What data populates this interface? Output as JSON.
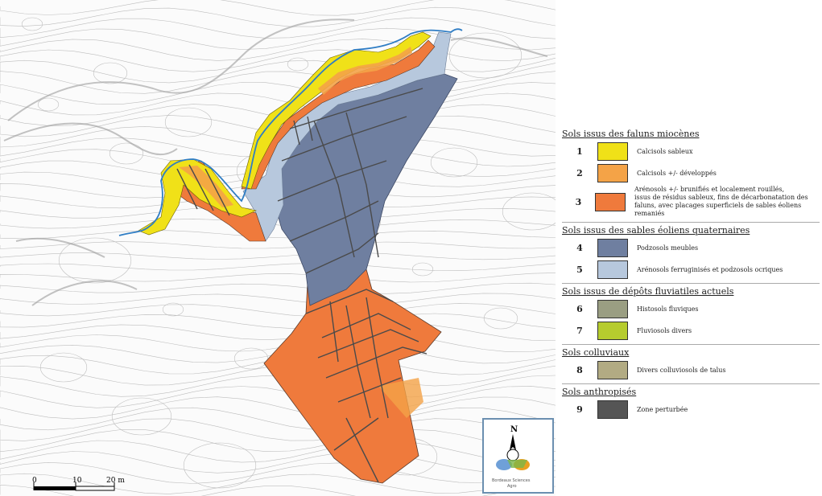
{
  "map": {
    "scale_bar": {
      "labels": [
        "0",
        "10",
        "20 m"
      ]
    },
    "north_label": "N",
    "logo_text": [
      "Bordeaux Sciences",
      "Agro"
    ]
  },
  "legend": {
    "sections": [
      {
        "title": "Sols issus des faluns miocènes",
        "items": [
          {
            "num": "1",
            "color": "#f0e118",
            "lines": [
              "Calcisols sableux"
            ]
          },
          {
            "num": "2",
            "color": "#f4a347",
            "lines": [
              "Calcisols +/- développés"
            ]
          },
          {
            "num": "3",
            "color": "#ef7a3c",
            "lines": [
              "Arénosols +/- brunifiés et localement rouillés,",
              "issus de résidus sableux, fins de décarbonatation des",
              "faluns, avec placages superficiels de sables éoliens remaniés"
            ]
          }
        ]
      },
      {
        "title": "Sols issus des sables éoliens quaternaires",
        "items": [
          {
            "num": "4",
            "color": "#6f7fa0",
            "lines": [
              "Podzosols meubles"
            ]
          },
          {
            "num": "5",
            "color": "#b7c8dd",
            "lines": [
              "Arénosols ferruginisés et podzosols ocriques"
            ]
          }
        ]
      },
      {
        "title": "Sols issus de dépôts fluviatiles actuels",
        "items": [
          {
            "num": "6",
            "color": "#9a9e82",
            "lines": [
              "Histosols fluviques"
            ]
          },
          {
            "num": "7",
            "color": "#b6cc2e",
            "lines": [
              "Fluviosols divers"
            ]
          }
        ]
      },
      {
        "title": "Sols colluviaux",
        "items": [
          {
            "num": "8",
            "color": "#b2ab83",
            "lines": [
              "Divers colluviosols de talus"
            ]
          }
        ]
      },
      {
        "title": "Sols anthropisés",
        "items": [
          {
            "num": "9",
            "color": "#555555",
            "lines": [
              "Zone perturbée"
            ]
          }
        ]
      }
    ]
  }
}
